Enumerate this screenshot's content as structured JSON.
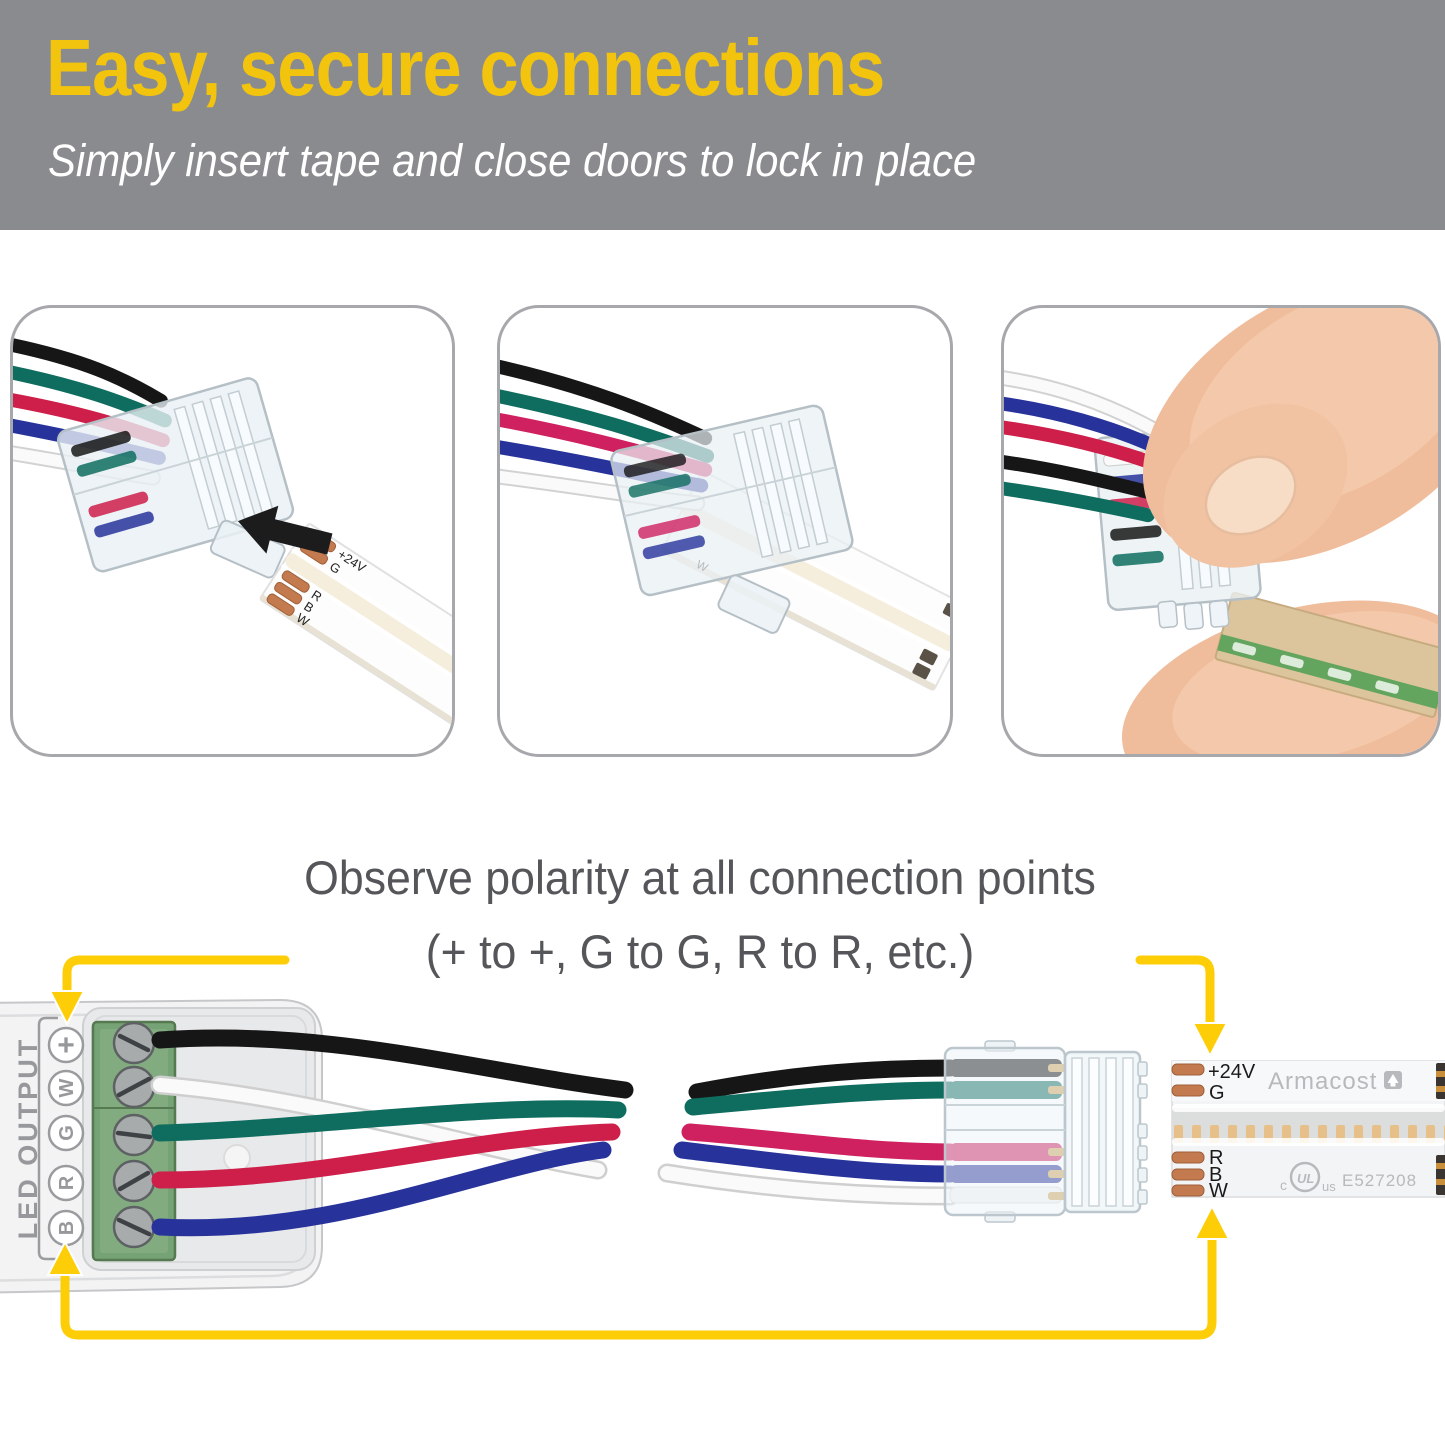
{
  "header": {
    "title": "Easy, secure connections",
    "subtitle": "Simply insert tape and close doors to lock in place"
  },
  "polarity_note": {
    "line1": "Observe polarity at all connection points",
    "line2": "(+ to +, G to G, R to R, etc.)"
  },
  "steps": {
    "step1": {
      "tape_labels": {
        "v24": "+24V",
        "g": "G",
        "r": "R",
        "b": "B",
        "w": "W"
      }
    },
    "step2": {
      "visible_label": "W"
    },
    "step3": {}
  },
  "controller": {
    "output_label": "LED OUTPUT",
    "terminals": {
      "plus": "+",
      "w": "W",
      "g": "G",
      "r": "R",
      "b": "B"
    }
  },
  "led_strip": {
    "brand": "Armacost",
    "pads": {
      "v24": "+24V",
      "g": "G",
      "r": "R",
      "b": "B",
      "w": "W"
    },
    "certification": {
      "prefix": "c",
      "mark": "UL",
      "suffix": "us",
      "number": "E527208"
    }
  },
  "wire_colors": {
    "black": "#161616",
    "white": "#f8f8f8",
    "green": "#0f6d5f",
    "red": "#ce1e4a",
    "blue": "#27339b",
    "magenta": "#cf2060"
  },
  "colors": {
    "accent_yellow": "#fdce07",
    "title_yellow": "#f2c40e",
    "header_gray": "#8a8b8f",
    "text_gray": "#55565a",
    "copper": "#c27a4e",
    "terminal_green": "#76a375",
    "panel_border": "#a7a8ac"
  }
}
